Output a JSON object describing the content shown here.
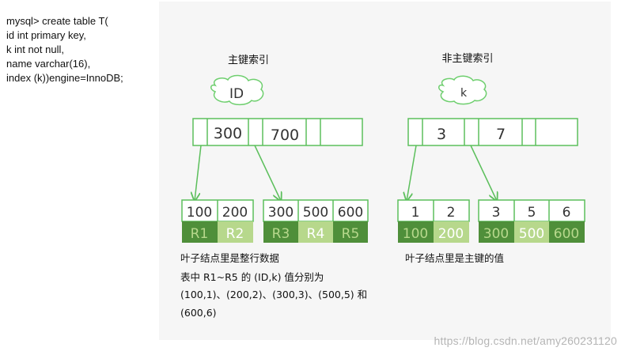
{
  "sql": {
    "lines": [
      "mysql> create table T(",
      "id int primary key,",
      "k int not null,",
      "name varchar(16),",
      "index (k))engine=InnoDB;"
    ]
  },
  "primary_index": {
    "title": "主键索引",
    "cloud_label": "ID",
    "root_keys": [
      "300",
      "700"
    ],
    "leaf_left": {
      "keys": [
        "100",
        "200"
      ],
      "rows": [
        "R1",
        "R2"
      ]
    },
    "leaf_right": {
      "keys": [
        "300",
        "500",
        "600"
      ],
      "rows": [
        "R3",
        "R4",
        "R5"
      ]
    },
    "caption_lines": [
      "叶子结点里是整行数据",
      "表中 R1~R5 的 (ID,k) 值分别为",
      "(100,1)、(200,2)、(300,3)、(500,5) 和",
      "(600,6)"
    ]
  },
  "secondary_index": {
    "title": "非主键索引",
    "cloud_label": "k",
    "root_keys": [
      "3",
      "7"
    ],
    "leaf_left": {
      "keys": [
        "1",
        "2"
      ],
      "ids": [
        "100",
        "200"
      ]
    },
    "leaf_right": {
      "keys": [
        "3",
        "5",
        "6"
      ],
      "ids": [
        "300",
        "500",
        "600"
      ]
    },
    "caption_lines": [
      "叶子结点里是主键的值"
    ]
  },
  "watermark": "https://blog.csdn.net/amy260231120",
  "colors": {
    "outline": "#5cbf5c",
    "dark_green": "#4f8f3a",
    "light_green": "#b7d88c",
    "panel_bg": "#f6f6f6"
  }
}
